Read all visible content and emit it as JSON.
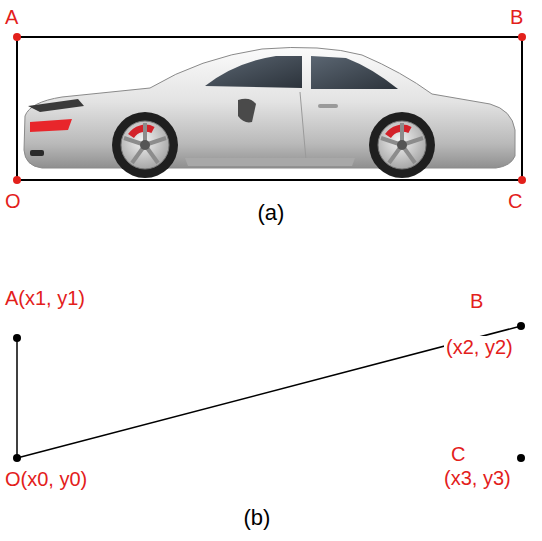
{
  "diagram": {
    "labels": [
      "A",
      "B",
      "O",
      "C",
      "(a)",
      "A(x1, y1)",
      "B",
      "(x2, y2)",
      "O(x0, y0)",
      "C",
      "(x3, y3)",
      "(b)"
    ]
  }
}
